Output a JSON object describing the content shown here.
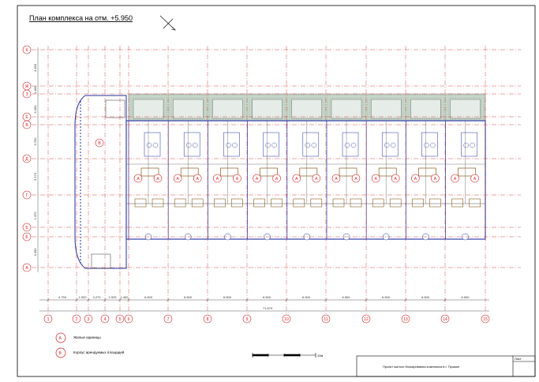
{
  "sheet": {
    "title": "План комплекса на отм. +5.950",
    "stamp_label": "Лист",
    "project_title": "Проект жилого блокирования комплекса в г. Пушкин"
  },
  "legend": [
    {
      "marker": "А",
      "text": "Жилые единицы"
    },
    {
      "marker": "В",
      "text": "Корпус арендуемых площадей"
    }
  ],
  "axes": {
    "columns": [
      "1",
      "2",
      "3",
      "4",
      "5",
      "6",
      "7",
      "8",
      "9",
      "10",
      "11",
      "12",
      "13",
      "14",
      "15"
    ],
    "rows": [
      "К",
      "Ж",
      "З",
      "Е",
      "В",
      "Д",
      "Г",
      "Б",
      "Б",
      "А"
    ]
  },
  "dimensions": {
    "bottom_segments": [
      "4.750",
      "1.920",
      "3.270",
      "2.925",
      "1.400",
      "6.500",
      "6.500",
      "6.500",
      "6.500",
      "6.500",
      "6.500",
      "6.500",
      "6.500",
      "6.500"
    ],
    "overall": "71.879",
    "left_segments": [
      "4.490",
      "1.480",
      "5.300",
      "3.700",
      "3.170",
      "1.470",
      "4.490"
    ]
  },
  "colors": {
    "axis": "#d02020",
    "wall": "#2030a0",
    "furniture": "#8a5a1a",
    "hatch": "#8aa890",
    "frame": "#000000"
  },
  "scale_bar_label": "10м"
}
